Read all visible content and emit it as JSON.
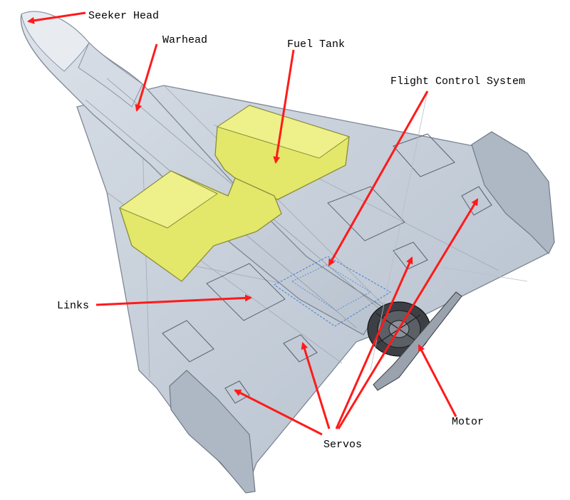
{
  "labels": {
    "seeker_head": "Seeker Head",
    "warhead": "Warhead",
    "fuel_tank": "Fuel Tank",
    "flight_control_system": "Flight Control System",
    "links": "Links",
    "servos": "Servos",
    "motor": "Motor"
  },
  "colors": {
    "arrow": "#ff1a1a",
    "airframe_fill": "#c6cfdb",
    "airframe_edge": "#7d8794",
    "fuel_tank_fill": "#e3e86a",
    "thin_leader": "#b8bec8"
  }
}
